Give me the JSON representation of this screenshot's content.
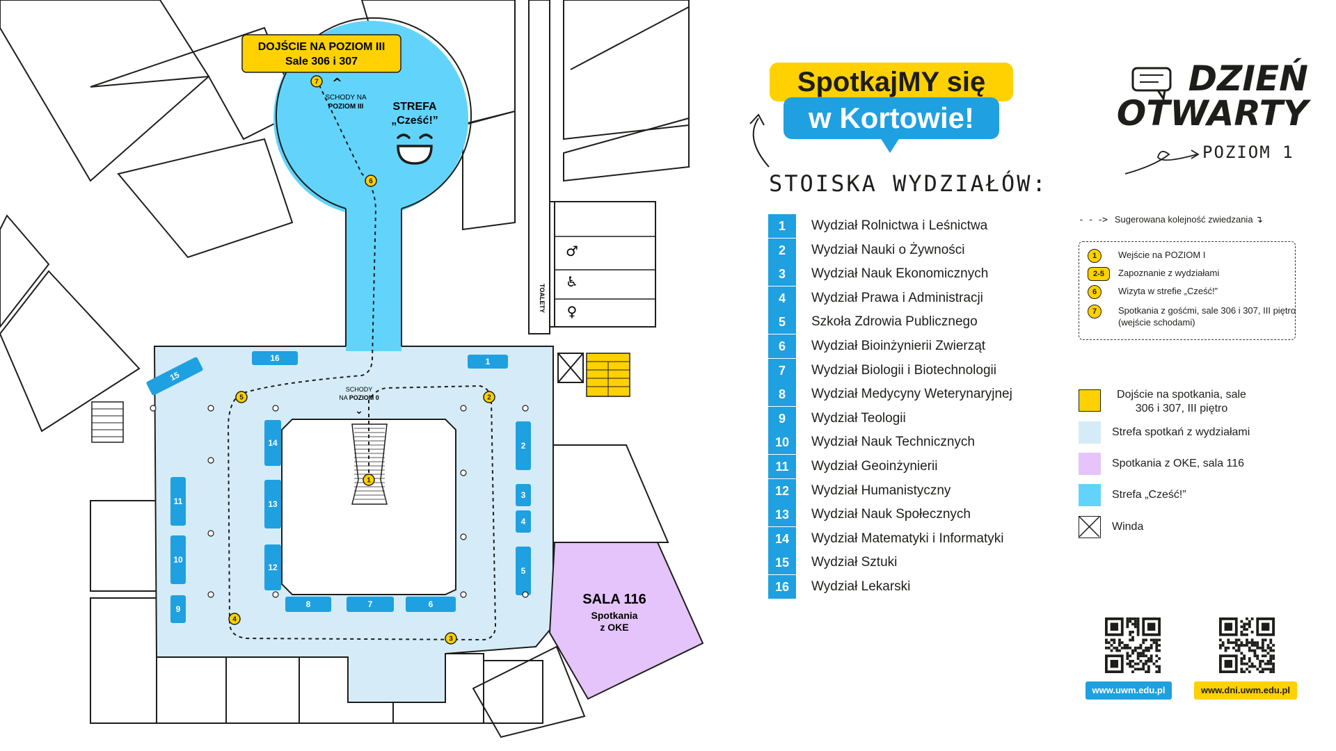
{
  "colors": {
    "yellow": "#ffd100",
    "brand_blue": "#1fa0e0",
    "zone_light_blue": "#d5ecf8",
    "zone_cyan": "#62d4fc",
    "zone_purple": "#e4c4fb",
    "ink": "#1d1d1b"
  },
  "map": {
    "callout_stairs_line1": "DOJŚCIE NA POZIOM III",
    "callout_stairs_line2": "Sale 306 i 307",
    "stairs_to_level3_line1": "SCHODY NA",
    "stairs_to_level3_line2": "POZIOM III",
    "zone_czesc_line1": "STREFA",
    "zone_czesc_line2": "„Cześć!”",
    "stairs_to_level0_line1": "SCHODY",
    "stairs_to_level0_prefix": "NA",
    "stairs_to_level0_level": "POZIOM 0",
    "toilets_label": "TOALETY",
    "room_116_title": "SALA 116",
    "room_116_line1": "Spotkania",
    "room_116_line2": "z OKE",
    "booths": [
      "1",
      "2",
      "3",
      "4",
      "5",
      "6",
      "7",
      "8",
      "9",
      "10",
      "11",
      "12",
      "13",
      "14",
      "15",
      "16"
    ],
    "route_points": [
      "1",
      "2",
      "3",
      "4",
      "5",
      "6",
      "7"
    ]
  },
  "header": {
    "tagline_line1": "SpotkajMY się",
    "tagline_line2": "w Kortowie!",
    "faculties_title": "STOISKA WYDZIAŁÓW:"
  },
  "faculties": [
    {
      "num": "1",
      "name": "Wydział Rolnictwa i Leśnictwa"
    },
    {
      "num": "2",
      "name": "Wydział Nauki o Żywności"
    },
    {
      "num": "3",
      "name": "Wydział Nauk Ekonomicznych"
    },
    {
      "num": "4",
      "name": "Wydział Prawa i Administracji"
    },
    {
      "num": "5",
      "name": "Szkoła Zdrowia Publicznego"
    },
    {
      "num": "6",
      "name": "Wydział Bioinżynierii Zwierząt"
    },
    {
      "num": "7",
      "name": "Wydział Biologii i Biotechnologii"
    },
    {
      "num": "8",
      "name": "Wydział Medycyny Weterynaryjnej"
    },
    {
      "num": "9",
      "name": "Wydział Teologii"
    },
    {
      "num": "10",
      "name": "Wydział Nauk Technicznych"
    },
    {
      "num": "11",
      "name": "Wydział Geoinżynierii"
    },
    {
      "num": "12",
      "name": "Wydział Humanistyczny"
    },
    {
      "num": "13",
      "name": "Wydział Nauk Społecznych"
    },
    {
      "num": "14",
      "name": "Wydział Matematyki i Informatyki"
    },
    {
      "num": "15",
      "name": "Wydział Sztuki"
    },
    {
      "num": "16",
      "name": "Wydział Lekarski"
    }
  ],
  "brand": {
    "title_line1": "DZIEŃ",
    "title_line2": "OTWARTY",
    "level": "POZIOM 1"
  },
  "route_legend": {
    "title": "Sugerowana kolejność zwiedzania",
    "steps": [
      {
        "badge": "1",
        "text": "Wejście na POZIOM I"
      },
      {
        "badge": "2-5",
        "text": "Zapoznanie z wydziałami"
      },
      {
        "badge": "6",
        "text": "Wizyta w strefie „Cześć!”"
      },
      {
        "badge": "7",
        "text": "Spotkania z gośćmi, sale 306 i 307, III piętro (wejście schodami)"
      }
    ]
  },
  "legend": [
    {
      "label": "Dojście na spotkania, sale 306 i 307, III piętro",
      "color": "#ffd100",
      "icon": "yellow-swatch"
    },
    {
      "label": "Strefa spotkań z wydziałami",
      "color": "#d5ecf8",
      "icon": "light-blue-swatch"
    },
    {
      "label": "Spotkania z OKE, sala 116",
      "color": "#e4c4fb",
      "icon": "purple-swatch"
    },
    {
      "label": "Strefa „Cześć!”",
      "color": "#62d4fc",
      "icon": "cyan-swatch"
    },
    {
      "label": "Winda",
      "color": "#ffffff",
      "icon": "elevator-icon"
    }
  ],
  "links": [
    {
      "url": "www.uwm.edu.pl",
      "color": "#1fa0e0"
    },
    {
      "url": "www.dni.uwm.edu.pl",
      "color": "#ffd100"
    }
  ]
}
